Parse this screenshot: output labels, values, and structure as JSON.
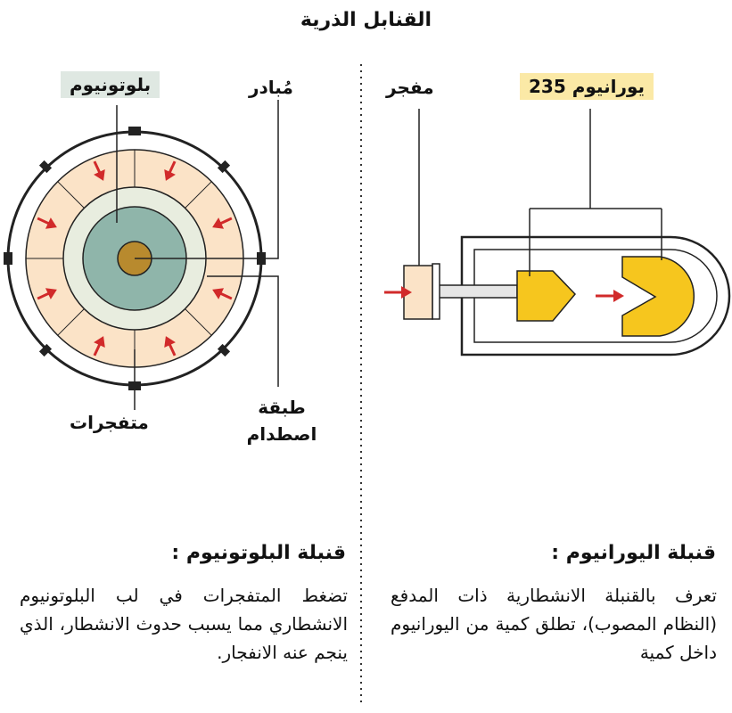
{
  "title": "القنابل الذرية",
  "plutonium_bomb": {
    "label_plutonium": "بلوتونيوم",
    "label_initiator": "مُبادر",
    "label_tamper": "طبقة اصطدام",
    "label_explosives": "متفجرات",
    "heading": "قنبلة البلوتونيوم :",
    "description": "تضغط المتفجرات في لب البلوتونيوم الانشطاري مما يسبب حدوث الانشطار، الذي ينجم عنه الانفجار."
  },
  "uranium_bomb": {
    "label_uranium": "يورانيوم 235",
    "label_detonator": "مفجر",
    "heading": "قنبلة اليورانيوم :",
    "description": "تعرف بالقنبلة الانشطارية ذات المدفع (النظام المصوب)، تطلق كمية من اليورانيوم داخل كمية"
  },
  "colors": {
    "explosive_fill": "#fbe3c7",
    "tamper_fill": "#e8eddf",
    "plutonium_fill": "#8fb5aa",
    "initiator_fill": "#b88a2e",
    "uranium_fill": "#f6c61e",
    "arrow": "#d12a2a",
    "plutonium_label_bg": "#dfe8e2",
    "uranium_label_bg": "#fbe9a6"
  }
}
